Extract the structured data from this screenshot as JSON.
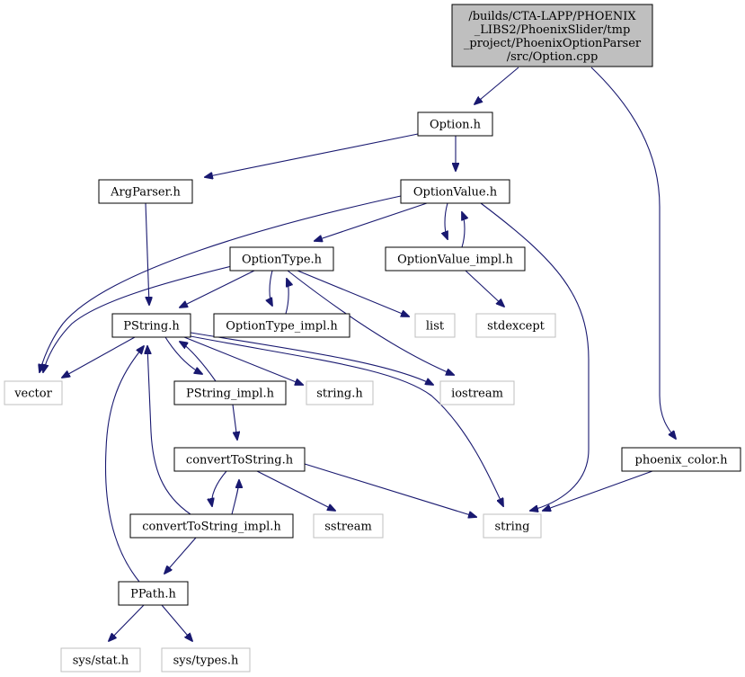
{
  "title_file": {
    "lines": [
      "/builds/CTA-LAPP/PHOENIX",
      "_LIBS2/PhoenixSlider/tmp",
      "_project/PhoenixOptionParser",
      "/src/Option.cpp"
    ]
  },
  "nodes": {
    "option_cpp": {
      "label": "/builds/CTA-LAPP/PHOENIX_LIBS2/PhoenixSlider/tmp_project/PhoenixOptionParser/src/Option.cpp",
      "kind": "root"
    },
    "option_h": {
      "label": "Option.h",
      "kind": "doc"
    },
    "argparser_h": {
      "label": "ArgParser.h",
      "kind": "doc"
    },
    "optionvalue_h": {
      "label": "OptionValue.h",
      "kind": "doc"
    },
    "optiontype_h": {
      "label": "OptionType.h",
      "kind": "doc"
    },
    "optionvalue_impl_h": {
      "label": "OptionValue_impl.h",
      "kind": "doc"
    },
    "pstring_h": {
      "label": "PString.h",
      "kind": "doc"
    },
    "optiontype_impl_h": {
      "label": "OptionType_impl.h",
      "kind": "doc"
    },
    "list": {
      "label": "list",
      "kind": "ext"
    },
    "stdexcept": {
      "label": "stdexcept",
      "kind": "ext"
    },
    "vector": {
      "label": "vector",
      "kind": "ext"
    },
    "pstring_impl_h": {
      "label": "PString_impl.h",
      "kind": "doc"
    },
    "string_h": {
      "label": "string.h",
      "kind": "ext"
    },
    "iostream": {
      "label": "iostream",
      "kind": "ext"
    },
    "converttostring_h": {
      "label": "convertToString.h",
      "kind": "doc"
    },
    "phoenix_color_h": {
      "label": "phoenix_color.h",
      "kind": "doc"
    },
    "converttostring_impl_h": {
      "label": "convertToString_impl.h",
      "kind": "doc"
    },
    "sstream": {
      "label": "sstream",
      "kind": "ext"
    },
    "string": {
      "label": "string",
      "kind": "ext"
    },
    "ppath_h": {
      "label": "PPath.h",
      "kind": "doc"
    },
    "sys_stat_h": {
      "label": "sys/stat.h",
      "kind": "ext"
    },
    "sys_types_h": {
      "label": "sys/types.h",
      "kind": "ext"
    }
  },
  "edges": [
    [
      "option_cpp",
      "option_h"
    ],
    [
      "option_cpp",
      "phoenix_color_h"
    ],
    [
      "option_h",
      "argparser_h"
    ],
    [
      "option_h",
      "optionvalue_h"
    ],
    [
      "argparser_h",
      "pstring_h"
    ],
    [
      "optionvalue_h",
      "optiontype_h"
    ],
    [
      "optionvalue_h",
      "optionvalue_impl_h"
    ],
    [
      "optionvalue_h",
      "vector"
    ],
    [
      "optionvalue_h",
      "string"
    ],
    [
      "optionvalue_impl_h",
      "optionvalue_h"
    ],
    [
      "optionvalue_impl_h",
      "stdexcept"
    ],
    [
      "optiontype_h",
      "pstring_h"
    ],
    [
      "optiontype_h",
      "optiontype_impl_h"
    ],
    [
      "optiontype_h",
      "list"
    ],
    [
      "optiontype_h",
      "iostream"
    ],
    [
      "optiontype_h",
      "vector"
    ],
    [
      "optiontype_impl_h",
      "optiontype_h"
    ],
    [
      "pstring_h",
      "vector"
    ],
    [
      "pstring_h",
      "pstring_impl_h"
    ],
    [
      "pstring_h",
      "string_h"
    ],
    [
      "pstring_h",
      "iostream"
    ],
    [
      "pstring_h",
      "string"
    ],
    [
      "pstring_impl_h",
      "pstring_h"
    ],
    [
      "pstring_impl_h",
      "converttostring_h"
    ],
    [
      "converttostring_h",
      "converttostring_impl_h"
    ],
    [
      "converttostring_h",
      "sstream"
    ],
    [
      "converttostring_h",
      "string"
    ],
    [
      "converttostring_impl_h",
      "converttostring_h"
    ],
    [
      "converttostring_impl_h",
      "pstring_h"
    ],
    [
      "converttostring_impl_h",
      "ppath_h"
    ],
    [
      "ppath_h",
      "pstring_h"
    ],
    [
      "ppath_h",
      "sys_stat_h"
    ],
    [
      "ppath_h",
      "sys_types_h"
    ],
    [
      "phoenix_color_h",
      "string"
    ]
  ],
  "colors": {
    "edge": "#191970",
    "root_fill": "#bfbfbf",
    "doc_border": "#000000",
    "ext_border": "#bfbfbf"
  }
}
